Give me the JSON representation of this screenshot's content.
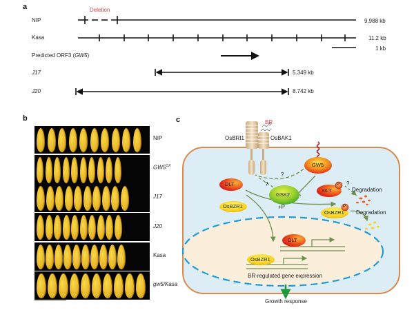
{
  "panel_a": {
    "label": "a",
    "deletion_label": "Deletion",
    "rows": [
      {
        "name": "NIP",
        "size": "9.988 kb"
      },
      {
        "name": "Kasa",
        "size": "11.2 kb"
      },
      {
        "name": "Predicted ORF3 (",
        "name_italic": "GW5",
        "name_suffix": ")"
      },
      {
        "name": "J17",
        "size": "5.349 kb"
      },
      {
        "name": "J20",
        "size": "8.742 kb"
      }
    ],
    "scale_bar": "1 kb"
  },
  "panel_b": {
    "label": "b",
    "rows": [
      {
        "name": "NIP",
        "italic": false,
        "grains": 10
      },
      {
        "name": "GW5",
        "sup": "OX",
        "italic": true,
        "grains": 10
      },
      {
        "name": "J17",
        "italic": true,
        "grains": 10
      },
      {
        "name": "J20",
        "italic": true,
        "grains": 10
      },
      {
        "name": "Kasa",
        "italic": false,
        "grains": 10
      },
      {
        "name": "gw5/Kasa",
        "italic": true,
        "grains": 10
      }
    ]
  },
  "panel_c": {
    "label": "c",
    "br": "BR",
    "osbri1": "OsBRI1",
    "osbak1": "OsBAK1",
    "gw5": "GW5",
    "gsk2": "GSK2",
    "dlt": "DLT",
    "osbzr1": "OsBZR1",
    "p": "P",
    "plus_p": "+P",
    "question": "?",
    "degradation": "Degradation",
    "gene_expression": "BR-regulated gene expression",
    "growth_response": "Growth response"
  },
  "colors": {
    "deletion": "#d0404a",
    "cell_fill": "#dcedf5",
    "cell_border": "#d9894a",
    "nucleus_fill": "#fbefdc",
    "nucleus_border": "#1e9ad6",
    "arrow_green": "#6e8f4e",
    "growth_arrow": "#1f9a3a"
  }
}
